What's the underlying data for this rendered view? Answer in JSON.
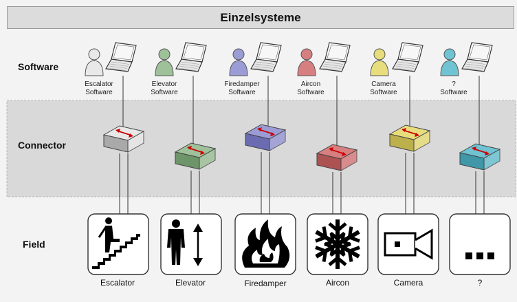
{
  "title": "Einzelsysteme",
  "rows": {
    "software": "Software",
    "connector": "Connector",
    "field": "Field"
  },
  "systems": [
    {
      "sw_line1": "Escalator",
      "sw_line2": "Software",
      "field": "Escalator",
      "color": "#e8e8e8",
      "dark": "#a9a9a9",
      "icon": "escalator-icon"
    },
    {
      "sw_line1": "Elevator",
      "sw_line2": "Software",
      "field": "Elevator",
      "color": "#9fc19a",
      "dark": "#6e9469",
      "icon": "elevator-icon"
    },
    {
      "sw_line1": "Firedamper",
      "sw_line2": "Software",
      "field": "Firedamper",
      "color": "#9b9cd6",
      "dark": "#6a6bb0",
      "icon": "fire-icon"
    },
    {
      "sw_line1": "Aircon",
      "sw_line2": "Software",
      "field": "Aircon",
      "color": "#d77f80",
      "dark": "#ad5253",
      "icon": "snowflake-icon"
    },
    {
      "sw_line1": "Camera",
      "sw_line2": "Software",
      "field": "Camera",
      "color": "#e8dd7d",
      "dark": "#bcb04d",
      "icon": "camera-icon"
    },
    {
      "sw_line1": "?",
      "sw_line2": "Software",
      "field": "?",
      "color": "#6fc3d3",
      "dark": "#3f97a8",
      "icon": "ellipsis-icon"
    }
  ],
  "ellipsis": "..."
}
